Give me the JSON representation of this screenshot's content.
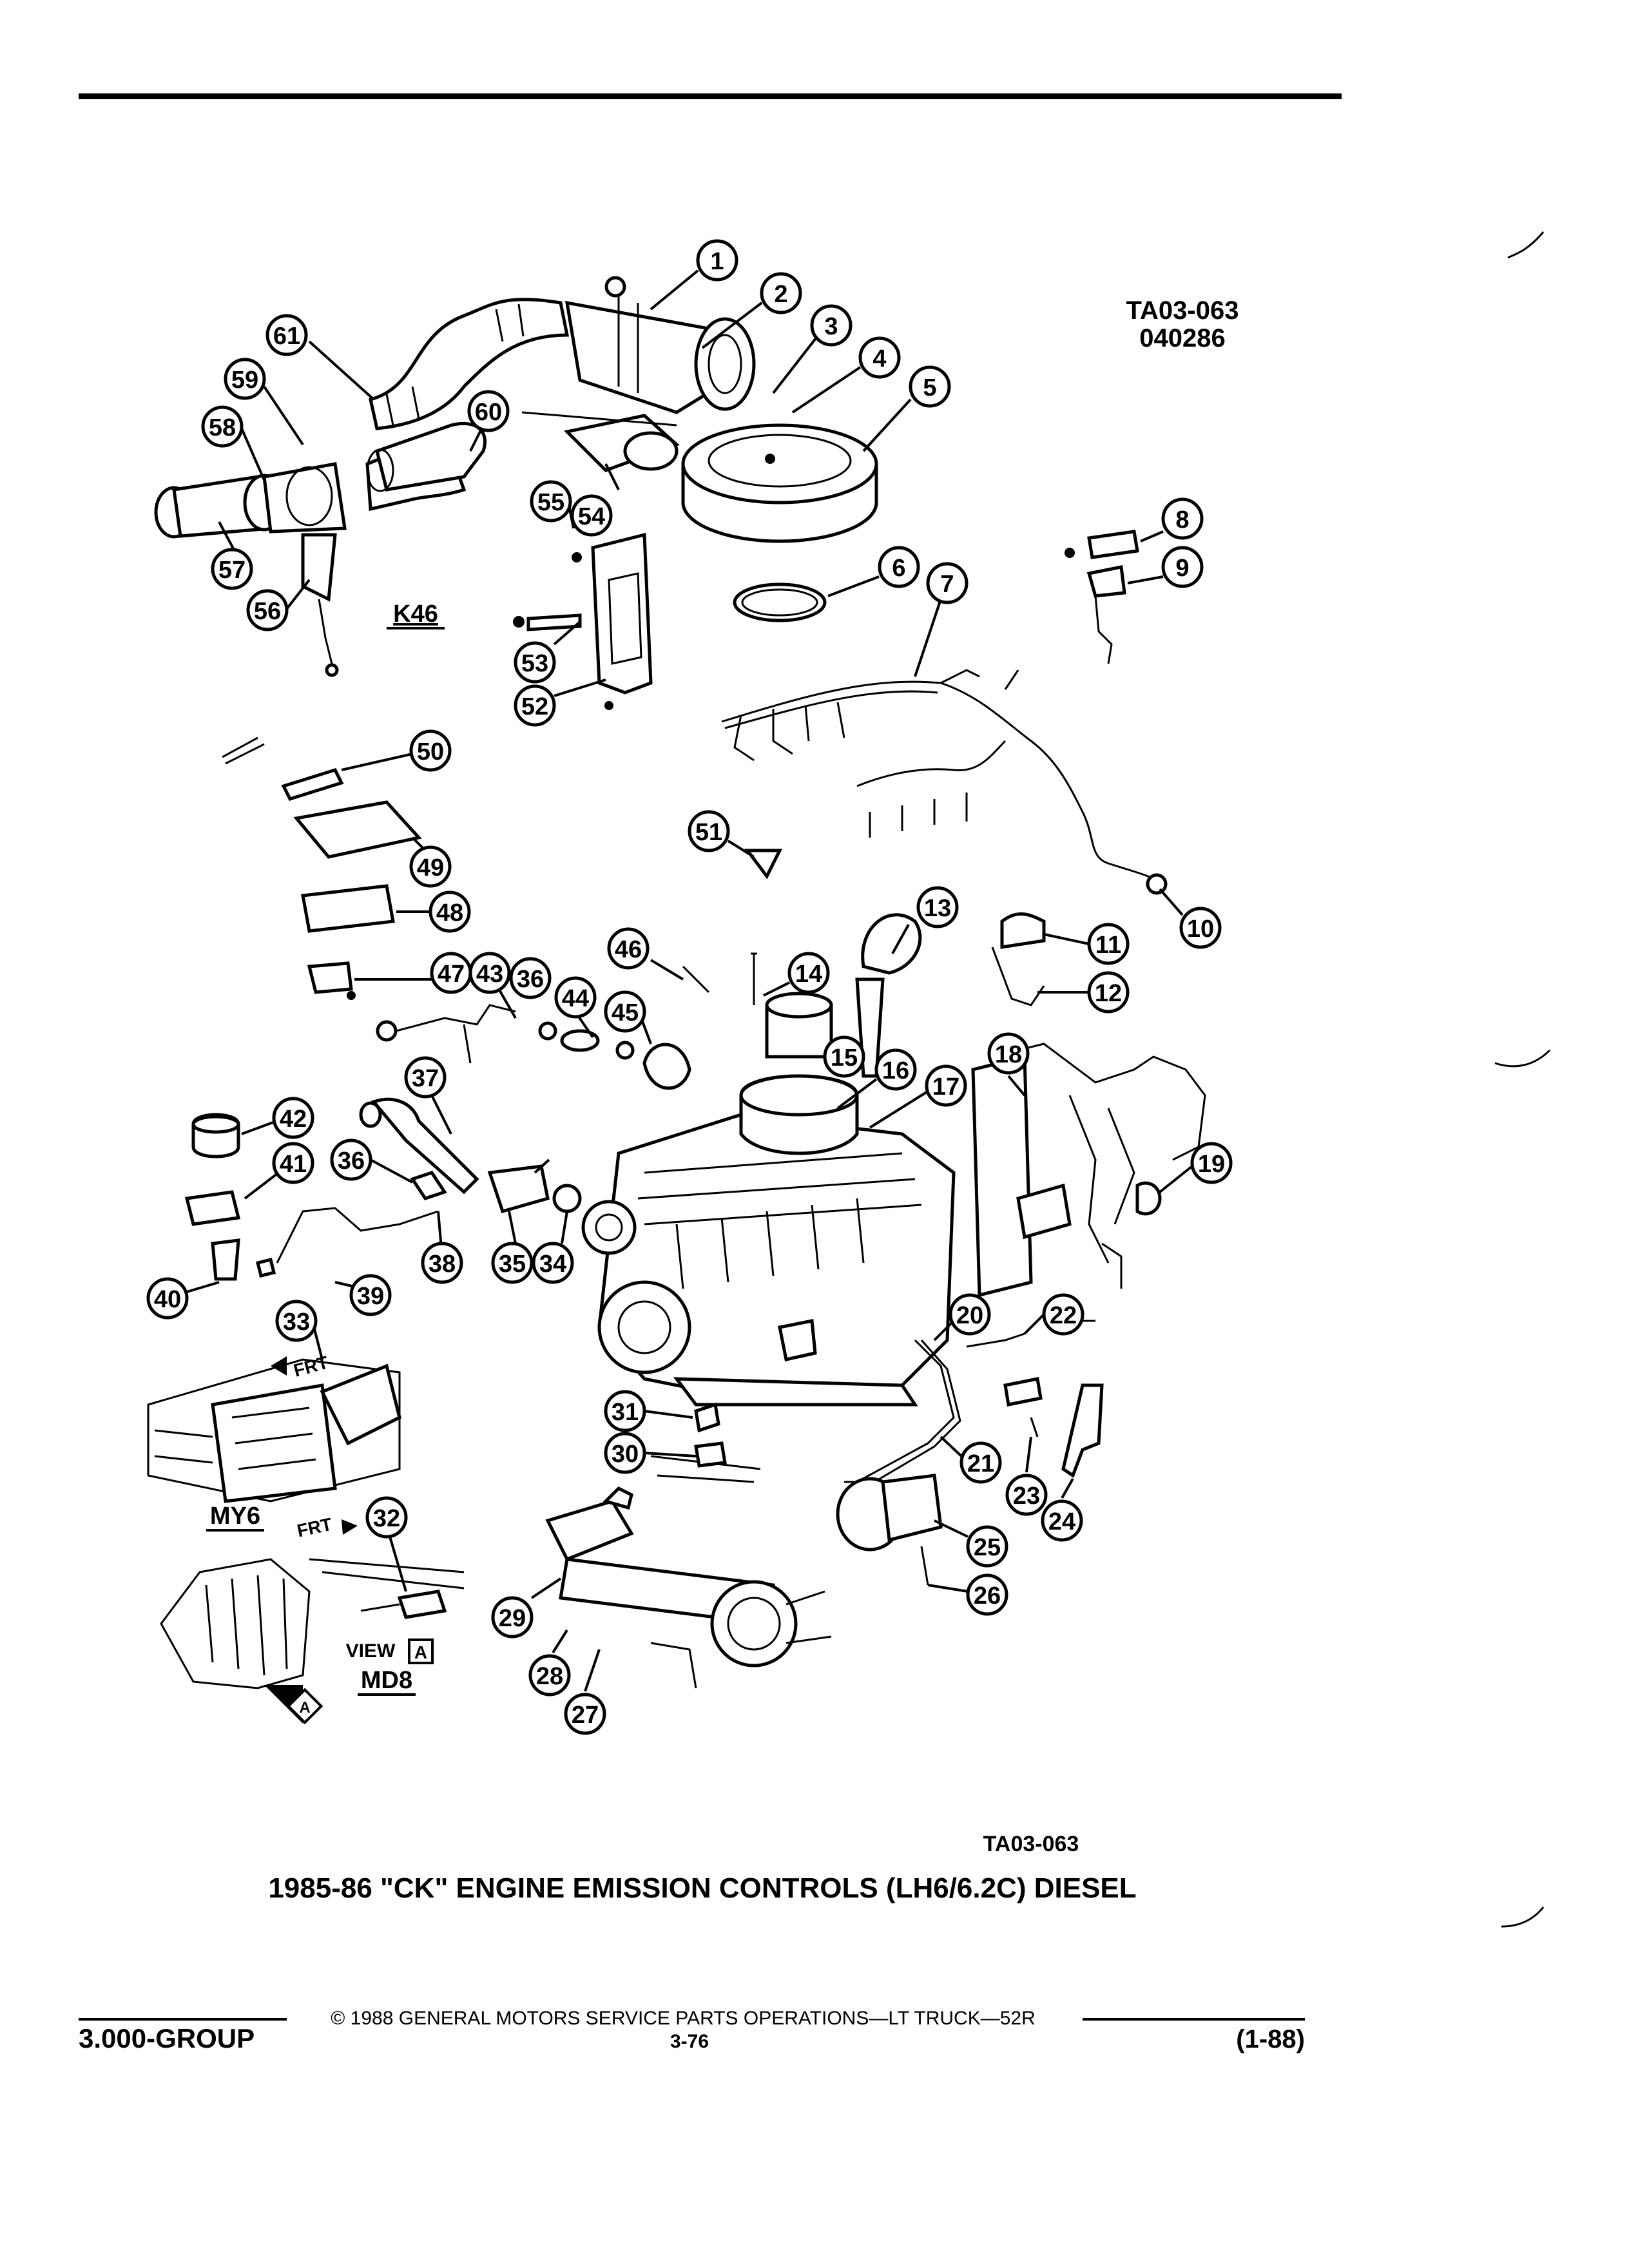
{
  "page": {
    "figure_code_top": "TA03-063",
    "figure_date": "040286",
    "figure_code_bottom": "TA03-063",
    "caption": "1985-86 \"CK\" ENGINE EMISSION CONTROLS (LH6/6.2C) DIESEL",
    "copyright": "© 1988 GENERAL MOTORS SERVICE PARTS OPERATIONS—LT TRUCK—52R",
    "group": "3.000-GROUP",
    "page_number": "3-76",
    "revision": "(1-88)"
  },
  "labels": {
    "k46": "K46",
    "my6": "MY6",
    "md8": "MD8",
    "view": "VIEW",
    "view_letter": "A",
    "frt_left": "FRT",
    "frt_right": "FRT",
    "arrow_letter": "A"
  },
  "callouts": [
    "1",
    "2",
    "3",
    "4",
    "5",
    "6",
    "7",
    "8",
    "9",
    "10",
    "11",
    "12",
    "13",
    "14",
    "15",
    "16",
    "17",
    "18",
    "19",
    "20",
    "21",
    "22",
    "23",
    "24",
    "25",
    "26",
    "27",
    "28",
    "29",
    "30",
    "31",
    "32",
    "33",
    "34",
    "35",
    "36",
    "36",
    "37",
    "38",
    "39",
    "40",
    "41",
    "42",
    "43",
    "44",
    "45",
    "46",
    "47",
    "48",
    "49",
    "50",
    "51",
    "52",
    "53",
    "54",
    "55",
    "56",
    "57",
    "58",
    "59",
    "60",
    "61"
  ]
}
